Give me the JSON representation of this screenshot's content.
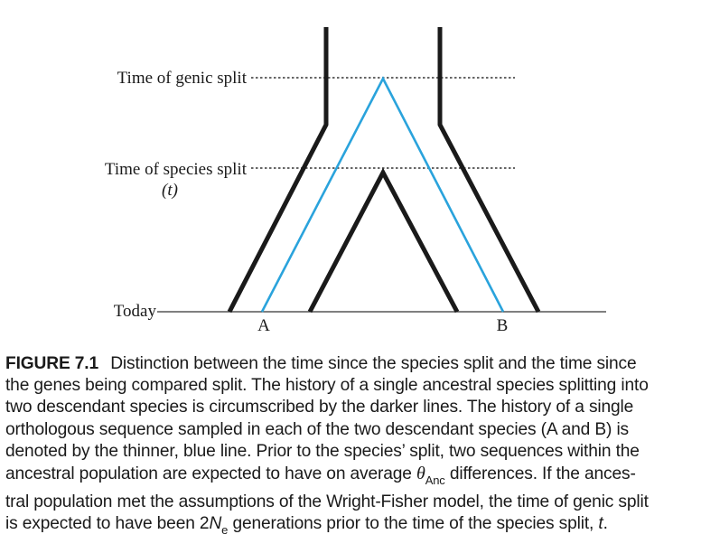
{
  "diagram": {
    "labels": {
      "genic_split": "Time of genic split",
      "species_split": "Time of species split",
      "species_split_var": "(t)",
      "today": "Today",
      "species_a": "A",
      "species_b": "B"
    },
    "colors": {
      "species_outline": "#1a1a1a",
      "gene_lineage": "#2aa3dc",
      "guide_lines": "#333333"
    }
  },
  "caption": {
    "figure_label": "FIGURE 7.1",
    "lines": [
      "Distinction between the time since the species split and the time since",
      "the genes being compared split. The history of a single ancestral species splitting into",
      "two descendant species is circumscribed by the darker lines. The history of a single",
      "orthologous sequence sampled in each of the two descendant species (A and B) is",
      "denoted by the thinner, blue line. Prior to the species’ split, two sequences within the"
    ],
    "line6_before": "ancestral population are expected to have on average ",
    "line6_theta": "θ",
    "line6_sub": "Anc",
    "line6_after": " differences. If the ances-",
    "line7": "tral population met the assumptions of the Wright-Fisher model, the time of genic split",
    "line8_before": "is expected to have been 2",
    "line8_n": "N",
    "line8_sub": "e",
    "line8_after": " generations prior to the time of the species split, ",
    "line8_t": "t",
    "line8_end": "."
  }
}
